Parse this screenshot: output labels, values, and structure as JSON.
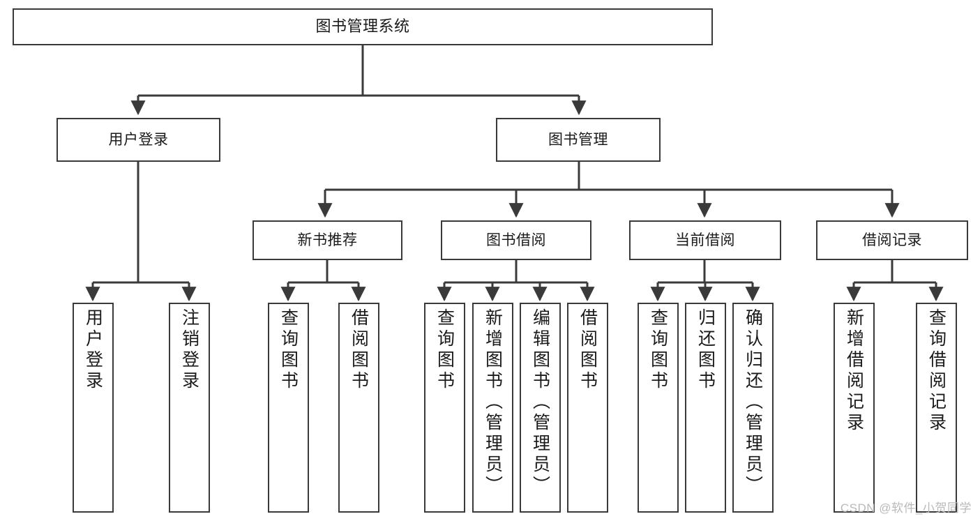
{
  "diagram": {
    "title": "图书管理系统",
    "type": "tree-hierarchy",
    "watermark": "CSDN @软件_小贺同学",
    "colors": {
      "box_border": "#3a3a3a",
      "box_fill": "#ffffff",
      "edge": "#3a3a3a",
      "text": "#1a1a1a",
      "watermark": "#b9b9b9",
      "background": "#ffffff"
    },
    "nodes": {
      "root": {
        "label": "图书管理系统"
      },
      "level2": [
        {
          "id": "user-login",
          "label": "用户登录"
        },
        {
          "id": "book-management",
          "label": "图书管理"
        }
      ],
      "level3": [
        {
          "id": "new-book-recommend",
          "label": "新书推荐"
        },
        {
          "id": "book-borrow",
          "label": "图书借阅"
        },
        {
          "id": "current-borrow",
          "label": "当前借阅"
        },
        {
          "id": "borrow-record",
          "label": "借阅记录"
        }
      ],
      "leaves": {
        "user-login": [
          {
            "id": "leaf-user-login",
            "label": "用户登录"
          },
          {
            "id": "leaf-logout-login",
            "label": "注销登录"
          }
        ],
        "new-book-recommend": [
          {
            "id": "leaf-query-book-1",
            "label": "查询图书"
          },
          {
            "id": "leaf-borrow-book-1",
            "label": "借阅图书"
          }
        ],
        "book-borrow": [
          {
            "id": "leaf-query-book-2",
            "label": "查询图书"
          },
          {
            "id": "leaf-add-book",
            "label": "新增图书（管理员）"
          },
          {
            "id": "leaf-edit-book",
            "label": "编辑图书（管理员）"
          },
          {
            "id": "leaf-borrow-book-2",
            "label": "借阅图书"
          }
        ],
        "current-borrow": [
          {
            "id": "leaf-query-book-3",
            "label": "查询图书"
          },
          {
            "id": "leaf-return-book",
            "label": "归还图书"
          },
          {
            "id": "leaf-confirm-return",
            "label": "确认归还（管理员）"
          }
        ],
        "borrow-record": [
          {
            "id": "leaf-add-record",
            "label": "新增借阅记录"
          },
          {
            "id": "leaf-query-record",
            "label": "查询借阅记录"
          }
        ]
      }
    }
  }
}
